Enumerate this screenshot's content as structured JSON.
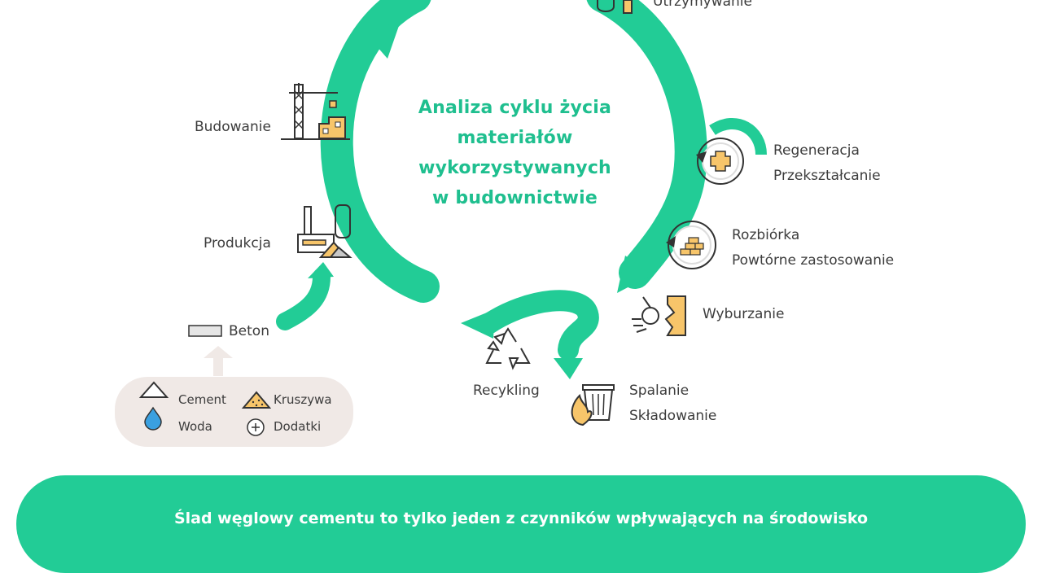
{
  "title": {
    "lines": [
      "Analiza cyklu życia",
      "materiałów",
      "wykorzystywanych",
      "w budownictwie"
    ]
  },
  "stages": {
    "utrzymywanie": "Utrzymywanie",
    "budowanie": "Budowanie",
    "produkcja": "Produkcja",
    "beton": "Beton",
    "regeneracja": "Regeneracja",
    "przeksztalcanie": "Przekształcanie",
    "rozbiorka": "Rozbiórka",
    "powtorne": "Powtórne zastosowanie",
    "wyburzanie": "Wyburzanie",
    "recykling": "Recykling",
    "spalanie": "Spalanie",
    "skladowanie": "Składowanie"
  },
  "ingredients": {
    "cement": "Cement",
    "kruszywa": "Kruszywa",
    "woda": "Woda",
    "dodatki": "Dodatki"
  },
  "banner": {
    "text": "Ślad węglowy cementu to tylko jeden z czynników wpływających na środowisko"
  },
  "colors": {
    "primary": "#22cc96",
    "title": "#1fbf8f",
    "icon_fill": "#f7c56a",
    "icon_stroke": "#333333",
    "ingredients_bg": "#f0e9e6",
    "water": "#3aa0e0"
  },
  "icons": [
    "wrench-icon",
    "crane-icon",
    "factory-icon",
    "regeneration-icon",
    "bricks-icon",
    "wrecking-ball-icon",
    "recycle-icon",
    "trash-fire-icon",
    "concrete-block-icon",
    "triangle-icon",
    "drop-icon",
    "sand-pile-icon",
    "plus-circle-icon"
  ]
}
